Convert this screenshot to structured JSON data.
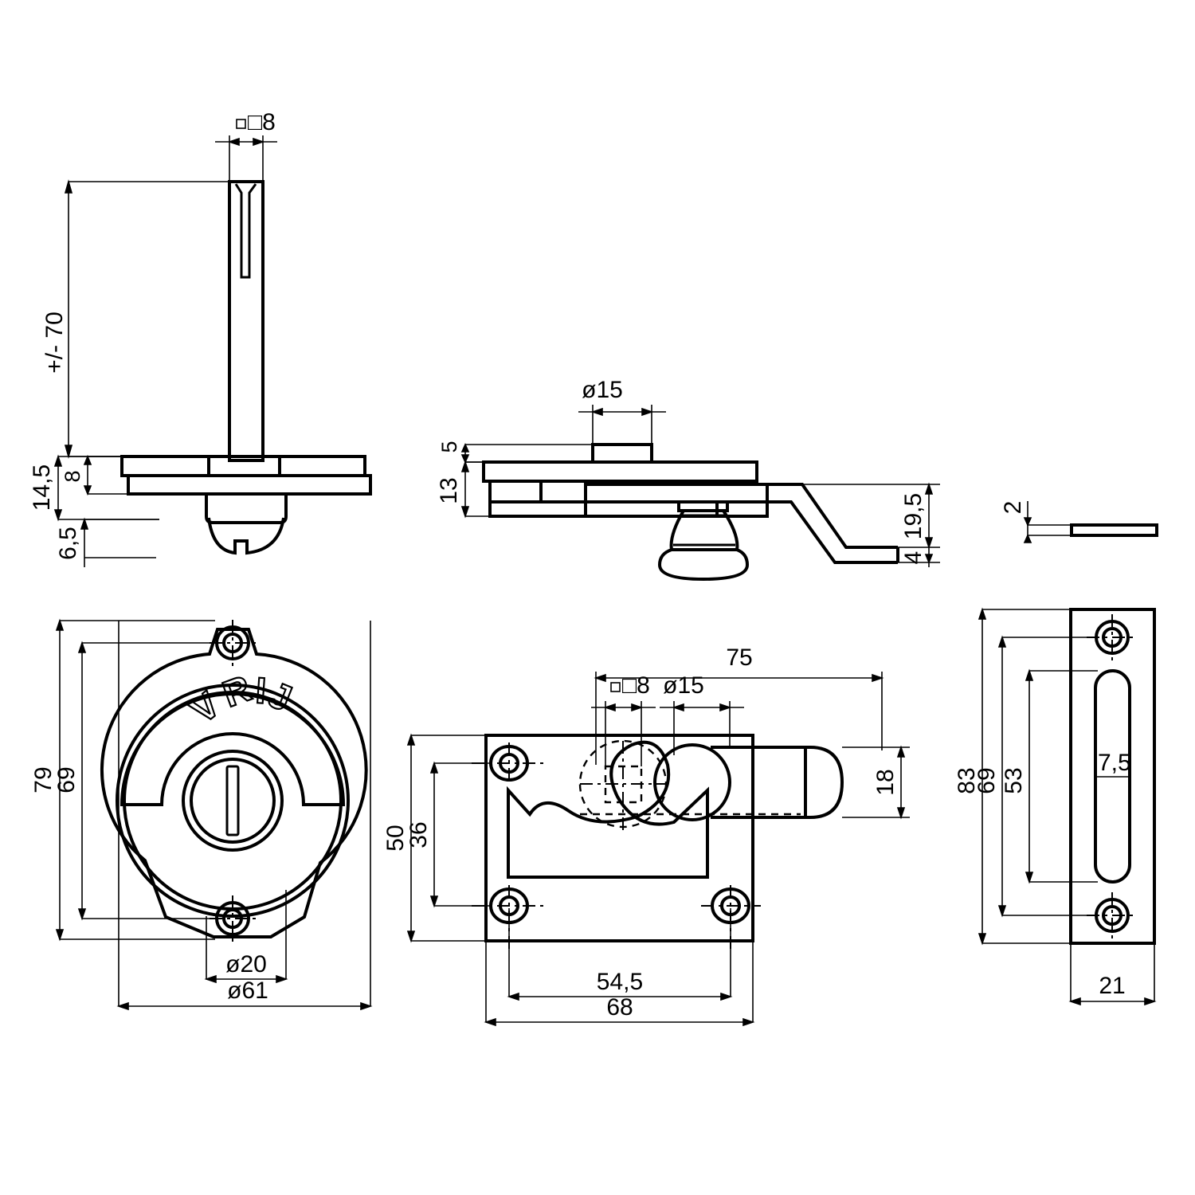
{
  "drawing": {
    "title": "WC / Toilet Door Lock Set Technical Drawing",
    "line_color": "#000000",
    "background_color": "#ffffff",
    "indicator_text": "VRIJ"
  },
  "views": {
    "spindle_section": {
      "name": "spindle-and-rosette-section",
      "dimensions": {
        "spindle_square": "□8",
        "spindle_length": "+/- 70",
        "rosette_total": "14,5",
        "rosette_plate": "8",
        "boss_depth": "6,5"
      }
    },
    "lock_side_section": {
      "name": "lock-body-side-section",
      "dimensions": {
        "knob_dia": "ø15",
        "top_plate": "5",
        "body_height": "13",
        "latch_offset": "19,5",
        "latch_thickness": "4"
      }
    },
    "strike_thickness": {
      "name": "strike-plate-thickness",
      "dimensions": {
        "plate_thickness": "2"
      }
    },
    "rosette_front": {
      "name": "rosette-front-view",
      "dimensions": {
        "plate_height": "79",
        "screw_spacing": "69",
        "turn_knob_dia": "ø20",
        "rosette_dia": "ø61"
      }
    },
    "lock_front": {
      "name": "lock-body-front-view",
      "dimensions": {
        "overall_reach": "75",
        "spindle_square": "□8",
        "knob_hole_dia": "ø15",
        "latch_width": "18",
        "body_height": "50",
        "screw_vertical": "36",
        "screw_horizontal": "54,5",
        "body_width": "68"
      }
    },
    "strike_front": {
      "name": "strike-plate-front-view",
      "dimensions": {
        "plate_height": "83",
        "screw_spacing": "69",
        "slot_length": "53",
        "slot_width": "7,5",
        "plate_width": "21"
      }
    }
  }
}
